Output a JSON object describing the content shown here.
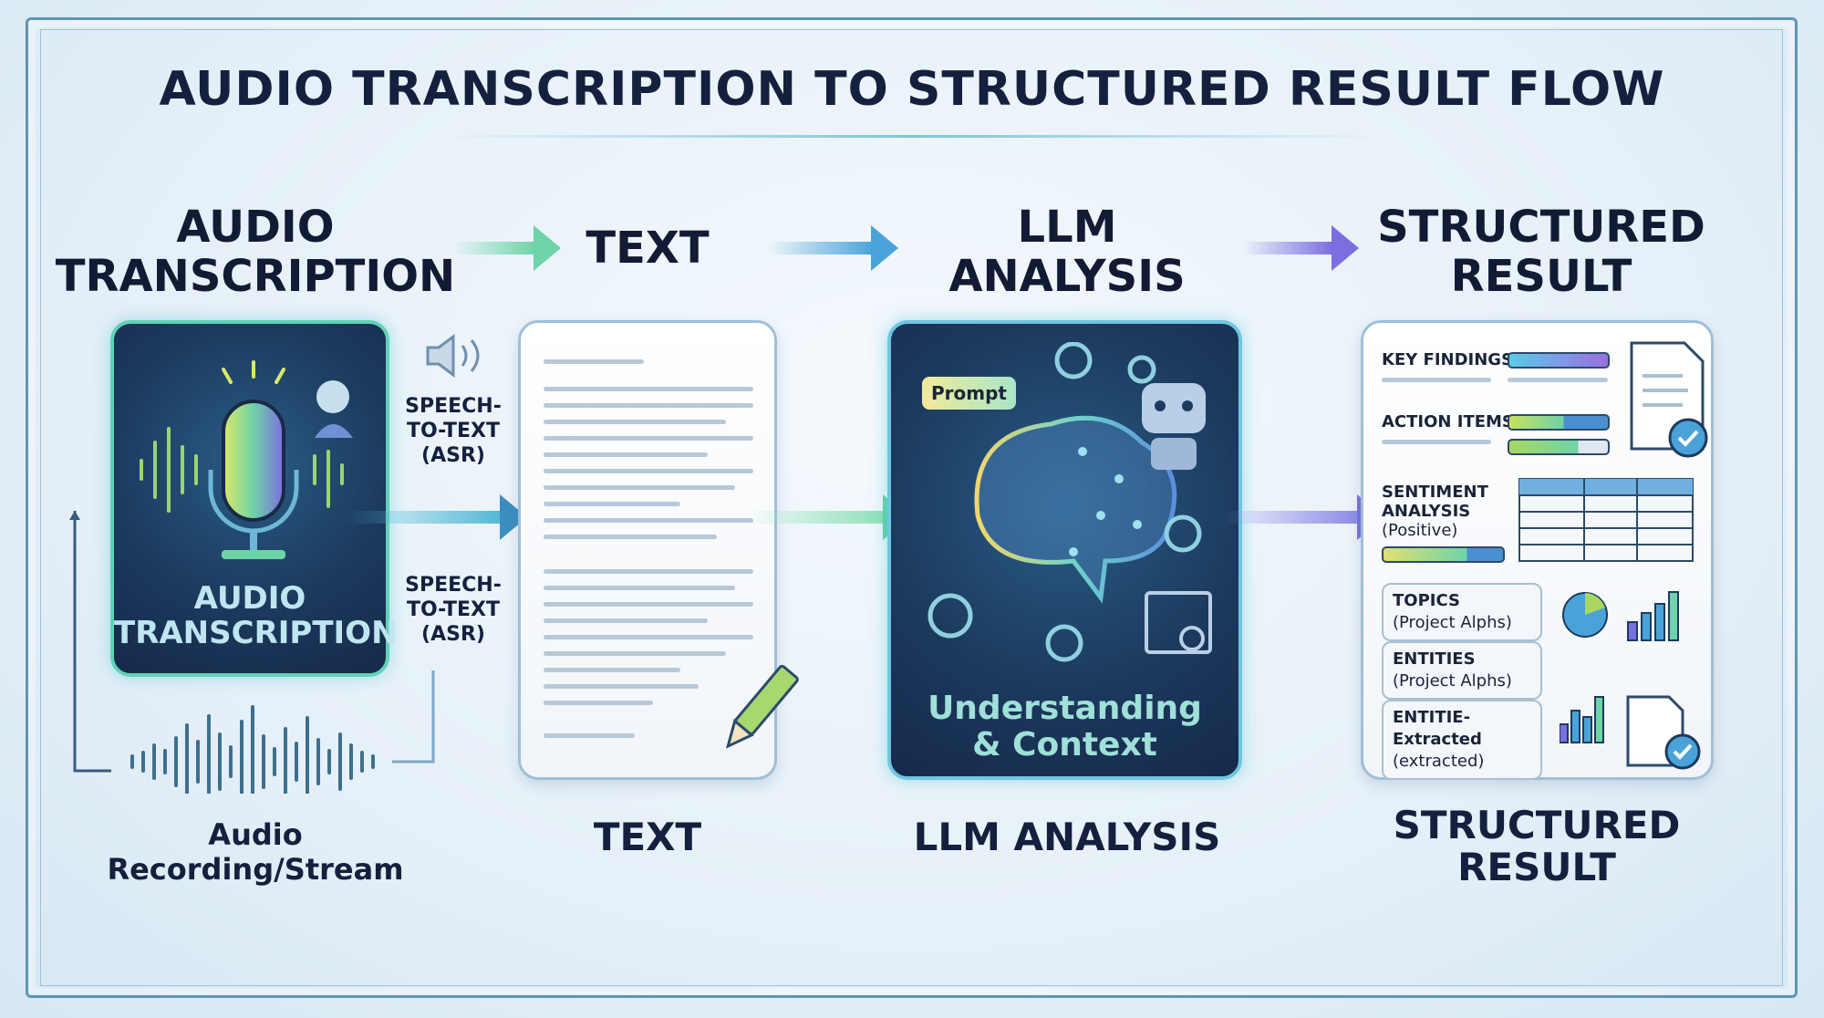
{
  "title": "AUDIO TRANSCRIPTION TO STRUCTURED RESULT FLOW",
  "stages": [
    {
      "heading_line1": "AUDIO",
      "heading_line2": "TRANSCRIPTION",
      "panel_line1": "AUDIO",
      "panel_line2": "TRANSCRIPTION",
      "caption_line1": "Audio",
      "caption_line2": "Recording/Stream"
    },
    {
      "heading": "TEXT",
      "caption": "TEXT"
    },
    {
      "heading_line1": "LLM",
      "heading_line2": "ANALYSIS",
      "panel_line1": "Understanding",
      "panel_line2": "& Context",
      "prompt": "Prompt",
      "caption": "LLM ANALYSIS"
    },
    {
      "heading_line1": "STRUCTURED",
      "heading_line2": "RESULT",
      "caption_line1": "STRUCTURED",
      "caption_line2": "RESULT"
    }
  ],
  "asr_labels": [
    {
      "l1": "SPEECH-",
      "l2": "TO-TEXT",
      "l3": "(ASR)"
    },
    {
      "l1": "SPEECH-",
      "l2": "TO-TEXT",
      "l3": "(ASR)"
    }
  ],
  "result": {
    "key_findings": "KEY FINDINGS",
    "action_items": "ACTION ITEMS",
    "sentiment_l1": "SENTIMENT",
    "sentiment_l2": "ANALYSIS",
    "sentiment_l3": "(Positive)",
    "topics_l1": "TOPICS",
    "topics_l2": "(Project Alphs)",
    "entities_l1": "ENTITIES",
    "entities_l2": "(Project Alphs)",
    "extracted_l1": "ENTITIE- Extracted",
    "extracted_l2": "(extracted)"
  },
  "colors": {
    "teal": "#5fd3b6",
    "blue": "#4aa3d8",
    "purple": "#7b6ee0",
    "navy": "#16294a"
  }
}
